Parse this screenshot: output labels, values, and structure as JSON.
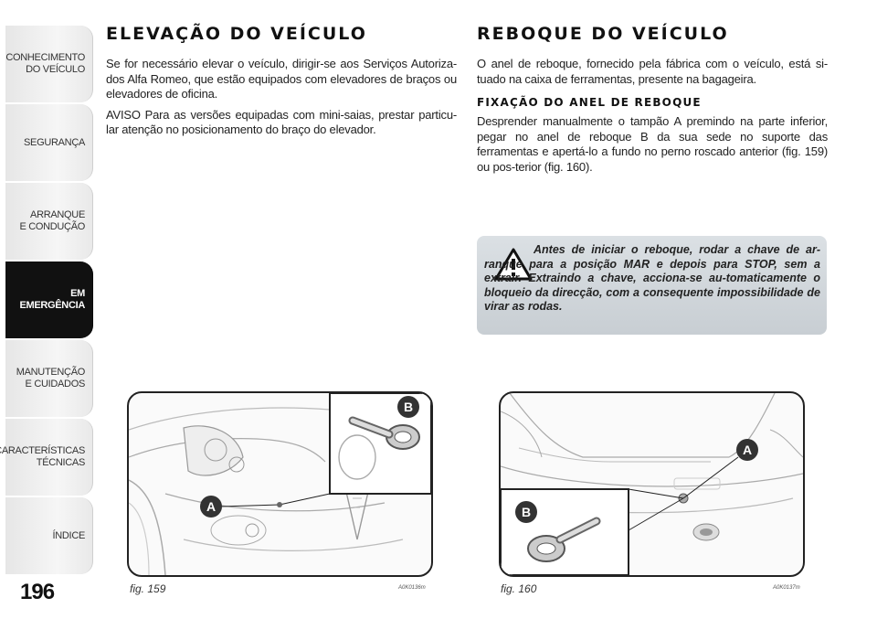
{
  "sidebar": {
    "tabs": [
      {
        "label": "CONHECIMENTO\nDO VEÍCULO",
        "active": false
      },
      {
        "label": "SEGURANÇA",
        "active": false
      },
      {
        "label": "ARRANQUE\nE CONDUÇÃO",
        "active": false
      },
      {
        "label": "EM EMERGÊNCIA",
        "active": true
      },
      {
        "label": "MANUTENÇÃO\nE CUIDADOS",
        "active": false
      },
      {
        "label": "CARACTERÍSTICAS\nTÉCNICAS",
        "active": false
      },
      {
        "label": "ÍNDICE",
        "active": false
      }
    ]
  },
  "page_number": "196",
  "left": {
    "title": "ELEVAÇÃO DO VEÍCULO",
    "para1": "Se for necessário elevar o veículo, dirigir-se aos Serviços Autoriza-dos Alfa Romeo, que estão equipados com elevadores de braços ou elevadores de oficina.",
    "para2": "AVISO Para as versões equipadas com mini-saias, prestar particu-lar atenção no posicionamento do braço do elevador."
  },
  "right": {
    "title": "REBOQUE DO VEÍCULO",
    "para1": "O anel de reboque, fornecido pela fábrica com o veículo, está si-tuado na caixa de ferramentas, presente na bagageira.",
    "subtitle": "FIXAÇÃO DO ANEL DE REBOQUE",
    "para2": "Desprender manualmente o tampão A premindo na parte inferior, pegar no anel de reboque B da sua sede no suporte das ferramentas e apertá-lo a fundo no perno roscado anterior (fig. 159) ou pos-terior (fig. 160).",
    "warning": "Antes de iniciar o reboque, rodar a chave de ar-ranque para a posição MAR e depois para STOP, sem a extrair. Extraindo a chave, acciona-se au-tomaticamente o bloqueio da direcção, com a consequente impossibilidade de virar as rodas."
  },
  "fig159": {
    "caption": "fig. 159",
    "code": "A0K0136m",
    "label_a": "A",
    "label_b": "B"
  },
  "fig160": {
    "caption": "fig. 160",
    "code": "A0K0137m",
    "label_a": "A",
    "label_b": "B"
  }
}
